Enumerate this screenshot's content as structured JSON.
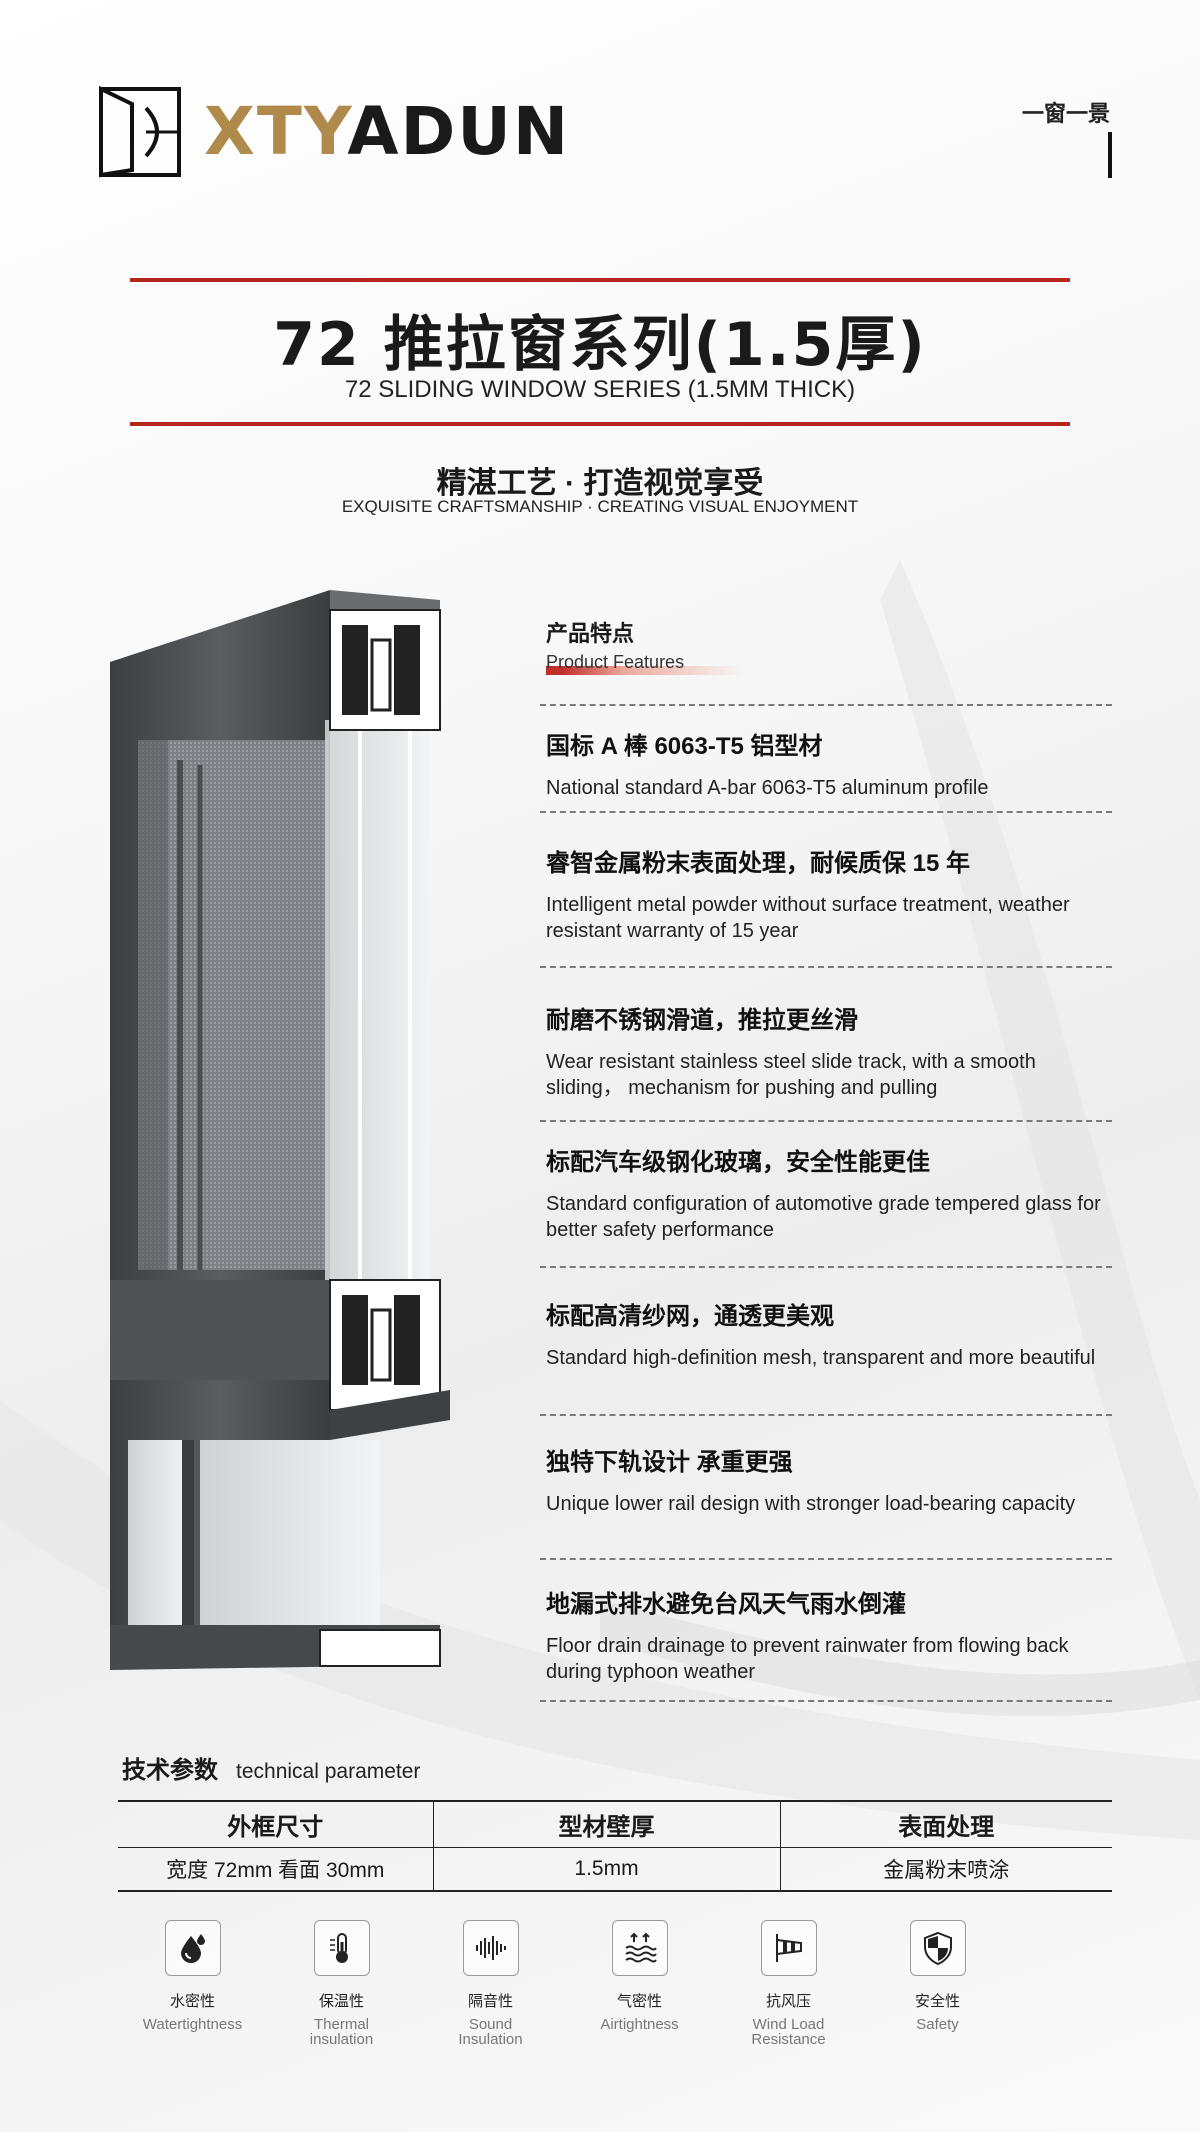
{
  "brand": {
    "name_part1": "XTY",
    "name_part2": "ADUN",
    "slogan": "一窗一景"
  },
  "title": {
    "cn": "72 推拉窗系列(1.5厚)",
    "en": "72 SLIDING WINDOW SERIES (1.5MM THICK)"
  },
  "subtitle": {
    "cn": "精湛工艺 · 打造视觉享受",
    "en": "EXQUISITE CRAFTSMANSHIP · CREATING VISUAL ENJOYMENT"
  },
  "features_heading": {
    "cn": "产品特点",
    "en": "Product Features"
  },
  "features": [
    {
      "cn": "国标 A 棒 6063-T5 铝型材",
      "en": "National standard A-bar 6063-T5 aluminum profile"
    },
    {
      "cn": "睿智金属粉末表面处理，耐候质保 15 年",
      "en": "Intelligent metal powder without surface treatment, weather resistant warranty of 15 year"
    },
    {
      "cn": "耐磨不锈钢滑道，推拉更丝滑",
      "en": "Wear resistant stainless steel slide track, with a smooth sliding， mechanism for pushing and pulling"
    },
    {
      "cn": "标配汽车级钢化玻璃，安全性能更佳",
      "en": "Standard configuration of automotive grade tempered glass for better safety performance"
    },
    {
      "cn": "标配高清纱网，通透更美观",
      "en": "Standard high-definition mesh, transparent and more beautiful"
    },
    {
      "cn": "独特下轨设计 承重更强",
      "en": "Unique lower rail design with stronger load-bearing capacity"
    },
    {
      "cn": "地漏式排水避免台风天气雨水倒灌",
      "en": "Floor drain drainage to prevent rainwater from flowing back during typhoon weather"
    }
  ],
  "tech": {
    "heading_cn": "技术参数",
    "heading_en": "technical parameter",
    "headers": [
      "外框尺寸",
      "型材壁厚",
      "表面处理"
    ],
    "values": [
      "宽度 72mm 看面 30mm",
      "1.5mm",
      "金属粉末喷涂"
    ]
  },
  "performance_icons": [
    {
      "icon": "water-drop-icon",
      "cn": "水密性",
      "en": "Watertightness"
    },
    {
      "icon": "thermometer-icon",
      "cn": "保温性",
      "en": "Thermal insulation"
    },
    {
      "icon": "sound-wave-icon",
      "cn": "隔音性",
      "en": "Sound Insulation"
    },
    {
      "icon": "airflow-icon",
      "cn": "气密性",
      "en": "Airtightness"
    },
    {
      "icon": "windsock-icon",
      "cn": "抗风压",
      "en": "Wind Load Resistance"
    },
    {
      "icon": "shield-icon",
      "cn": "安全性",
      "en": "Safety"
    }
  ],
  "colors": {
    "accent_red": "#b3251f",
    "brand_gold": "#b08a4a",
    "frame_dark": "#4a4d50"
  }
}
